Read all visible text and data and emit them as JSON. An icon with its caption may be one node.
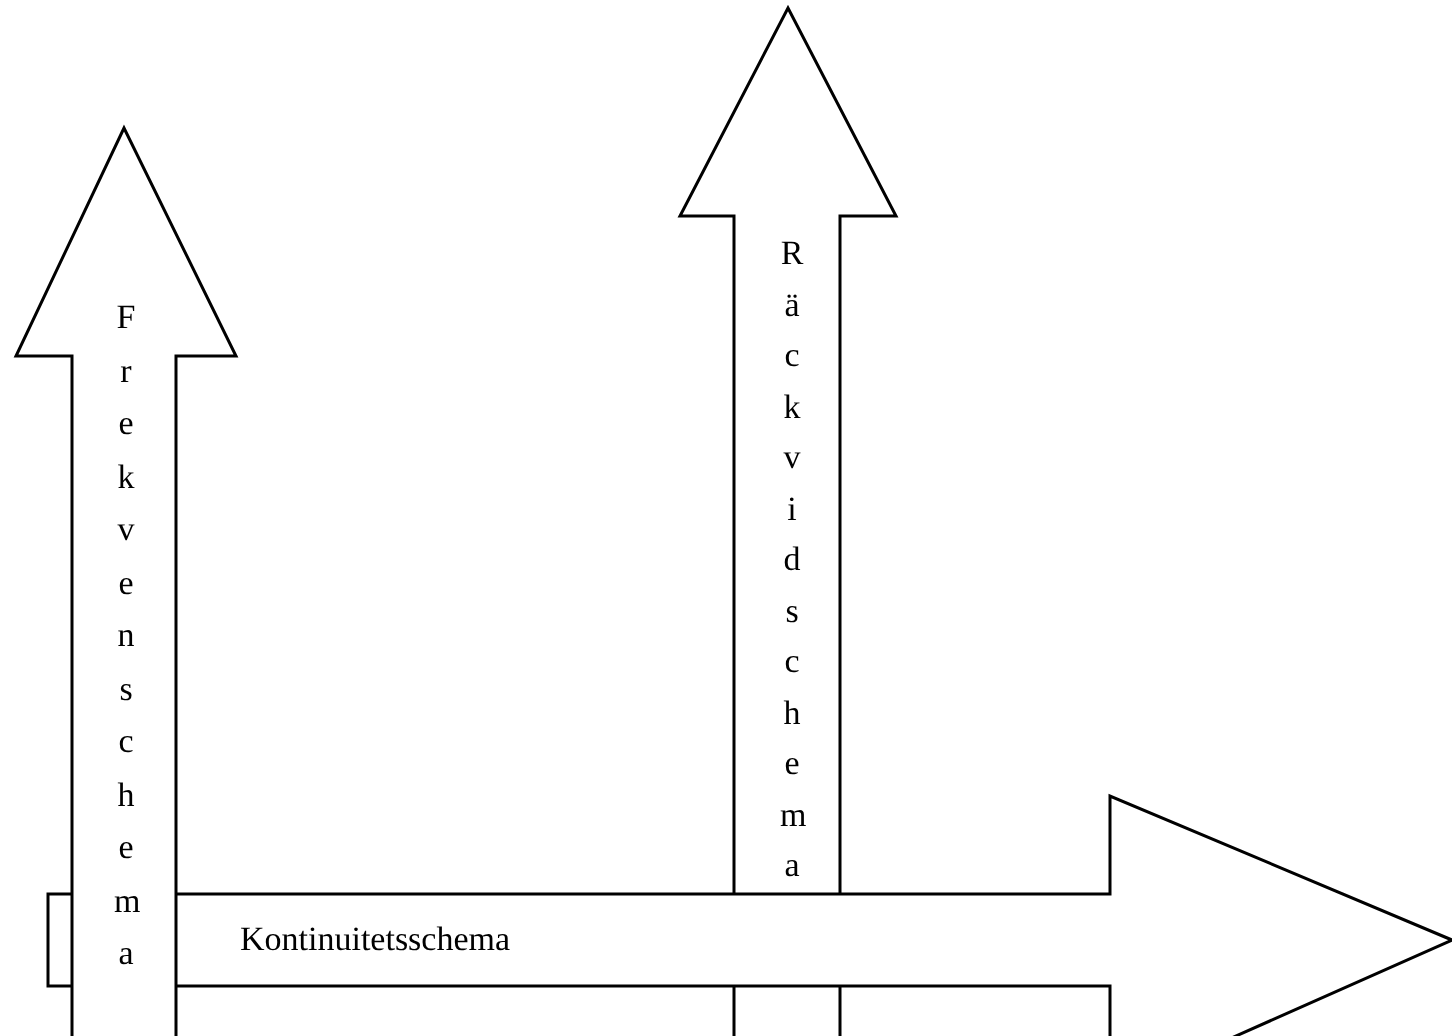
{
  "diagram": {
    "nodes": [
      {
        "text": [
          "Frekvenschema"
        ]
      },
      {
        "text": [
          "Räckvidschema"
        ]
      },
      {
        "text": [
          "Kontinuitetsschema"
        ]
      }
    ]
  }
}
